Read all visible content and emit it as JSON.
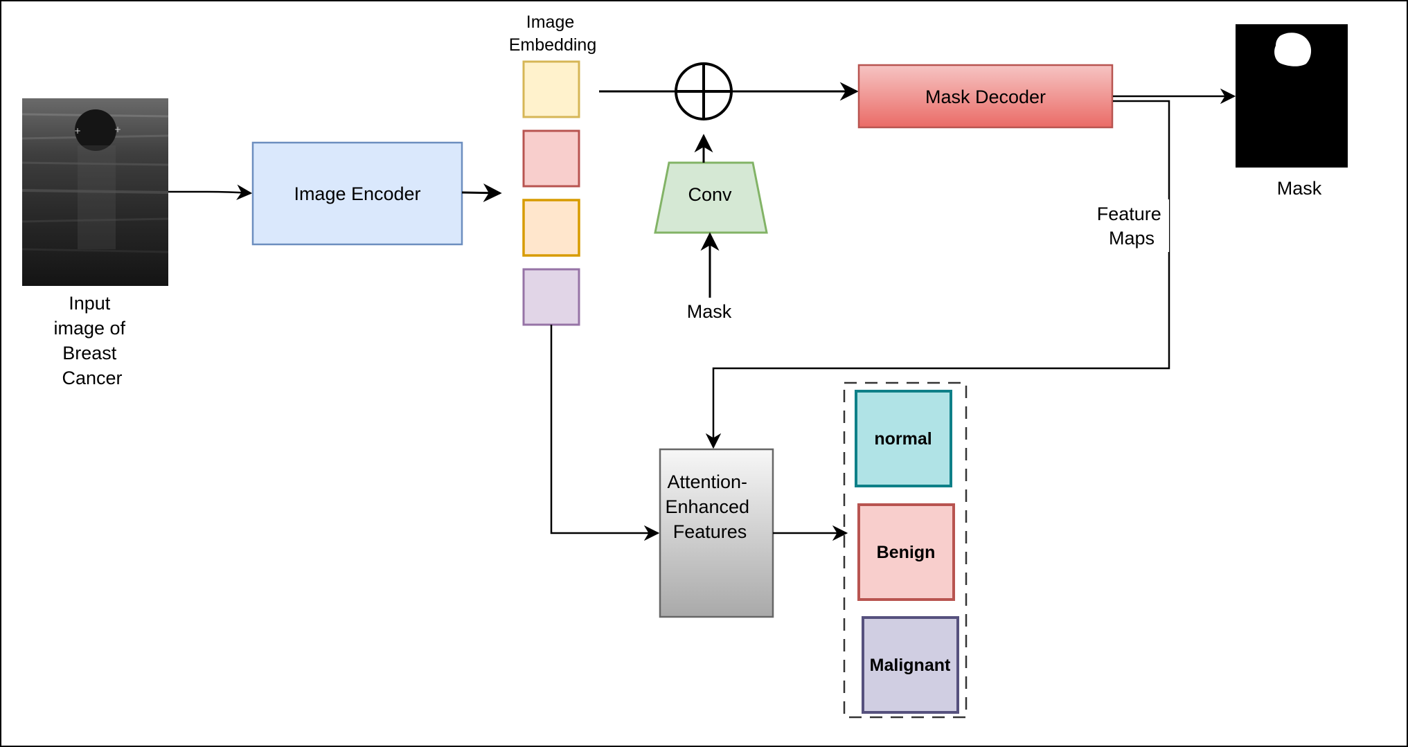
{
  "nodes": {
    "input_image_label": [
      "Input",
      "image of",
      "Breast",
      "Cancer"
    ],
    "image_encoder": "Image Encoder",
    "image_embedding_label": [
      "Image",
      "Embedding"
    ],
    "conv": "Conv",
    "mask_input": "Mask",
    "mask_decoder": "Mask Decoder",
    "mask_output_label": "Mask",
    "feature_maps_label": [
      "Feature",
      "Maps"
    ],
    "attention": [
      "Attention-",
      "Enhanced",
      "Features"
    ],
    "classes": [
      "normal",
      "Benign",
      "Malignant"
    ]
  },
  "colors": {
    "encoder_fill": "#dae8fc",
    "encoder_stroke": "#6c8ebf",
    "emb1_fill": "#fff2cc",
    "emb1_stroke": "#d6b656",
    "emb2_fill": "#f8cecc",
    "emb2_stroke": "#b85450",
    "emb3_fill": "#ffe6cc",
    "emb3_stroke": "#d79b00",
    "emb4_fill": "#e1d5e7",
    "emb4_stroke": "#9673a6",
    "conv_fill": "#d5e8d4",
    "conv_stroke": "#82b366",
    "decoder_stroke": "#b85450",
    "normal_fill": "#b0e3e6",
    "normal_stroke": "#0e8088",
    "benign_fill": "#f8cecc",
    "benign_stroke": "#b85450",
    "malignant_fill": "#d0cee2",
    "malignant_stroke": "#56517e"
  }
}
